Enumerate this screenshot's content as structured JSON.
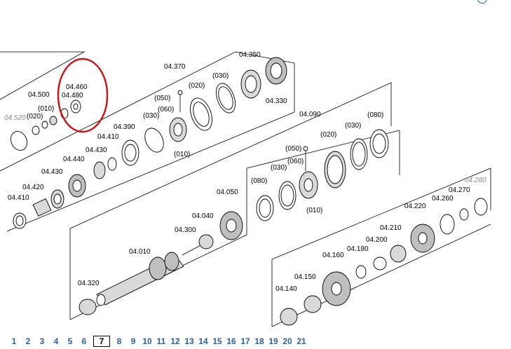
{
  "labels": {
    "l_04_520": "04.520",
    "l_04_500": "04.500",
    "l_04_480": "04.480",
    "l_04_460": "04.460",
    "l_010_a": "(010)",
    "l_020_a": "(020)",
    "l_04_370": "04.370",
    "l_04_350": "04.350",
    "l_030_a": "(030)",
    "l_020_b": "(020)",
    "l_050_a": "(050)",
    "l_060_a": "(060)",
    "l_030_b": "(030)",
    "l_010_b": "(010)",
    "l_04_330": "04.330",
    "l_04_390": "04.390",
    "l_04_410_a": "04.410",
    "l_04_430_a": "04.430",
    "l_04_440": "04.440",
    "l_04_430_b": "04.430",
    "l_04_420": "04.420",
    "l_04_410_b": "04.410",
    "l_04_090": "04.090",
    "l_080_a": "(080)",
    "l_030_c": "(030)",
    "l_020_c": "(020)",
    "l_050_b": "(050)",
    "l_060_b": "(060)",
    "l_030_d": "(030)",
    "l_080_b": "(080)",
    "l_010_c": "(010)",
    "l_04_050": "04.050",
    "l_04_040": "04.040",
    "l_04_300": "04.300",
    "l_04_010": "04.010",
    "l_04_320": "04.320",
    "l_04_280": "04.280",
    "l_04_270": "04.270",
    "l_04_260": "04.260",
    "l_04_220": "04.220",
    "l_04_210": "04.210",
    "l_04_200": "04.200",
    "l_04_180": "04.180",
    "l_04_160": "04.160",
    "l_04_150": "04.150",
    "l_04_140": "04.140"
  },
  "pagination": {
    "pages": [
      "1",
      "2",
      "3",
      "4",
      "5",
      "6",
      "7",
      "8",
      "9",
      "10",
      "11",
      "12",
      "13",
      "14",
      "15",
      "16",
      "17",
      "18",
      "19",
      "20",
      "21"
    ],
    "current": "7"
  },
  "highlight_color": "#d01010",
  "link_color": "#2a5fa8",
  "icons": {
    "corner": "circle-icon"
  }
}
